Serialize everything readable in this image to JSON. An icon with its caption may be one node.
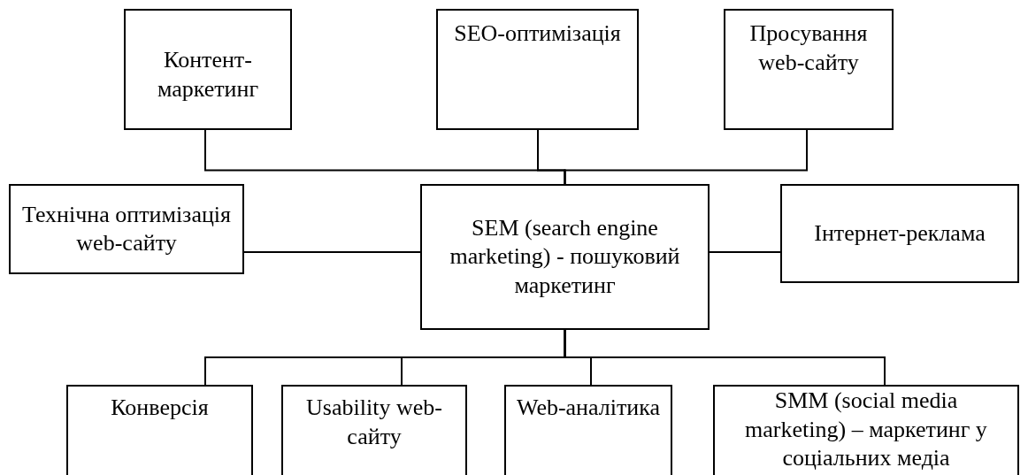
{
  "diagram": {
    "nodes": [
      {
        "text": [
          "Контент-маркетинг"
        ]
      },
      {
        "text": [
          "SEO-оптимізація"
        ]
      },
      {
        "text": [
          "Просування web-сайту"
        ]
      },
      {
        "text": [
          "Технічна оптимізація web-сайту"
        ]
      },
      {
        "text": [
          "SEM (search engine marketing) - пошуковий маркетинг"
        ]
      },
      {
        "text": [
          "Інтернет-реклама"
        ]
      },
      {
        "text": [
          "Конверсія"
        ]
      },
      {
        "text": [
          "Usability web-сайту"
        ]
      },
      {
        "text": [
          "Web-аналітика"
        ]
      },
      {
        "text": [
          "SMM (social media marketing) – маркетинг у соціальних медіа"
        ]
      }
    ],
    "edges": [
      {
        "from": 4,
        "to": 0,
        "arrow": "none"
      },
      {
        "from": 4,
        "to": 1,
        "arrow": "none"
      },
      {
        "from": 4,
        "to": 2,
        "arrow": "none"
      },
      {
        "from": 4,
        "to": 3,
        "arrow": "none"
      },
      {
        "from": 4,
        "to": 5,
        "arrow": "none"
      },
      {
        "from": 4,
        "to": 6,
        "arrow": "none"
      },
      {
        "from": 4,
        "to": 7,
        "arrow": "none"
      },
      {
        "from": 4,
        "to": 8,
        "arrow": "none"
      },
      {
        "from": 4,
        "to": 9,
        "arrow": "none"
      }
    ]
  }
}
